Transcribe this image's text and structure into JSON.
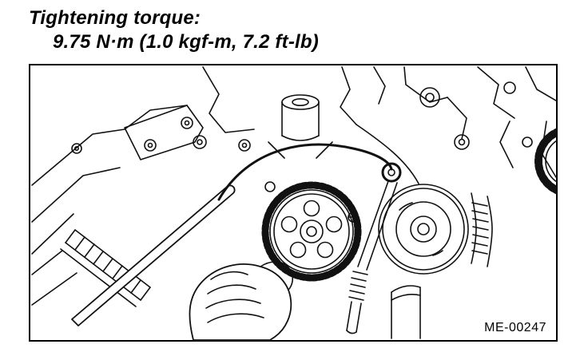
{
  "spec": {
    "heading": "Tightening torque:",
    "value": "9.75 N·m (1.0 kgf-m, 7.2 ft-lb)"
  },
  "figure": {
    "id": "ME-00247"
  },
  "colors": {
    "ink": "#111111",
    "background": "#ffffff"
  }
}
